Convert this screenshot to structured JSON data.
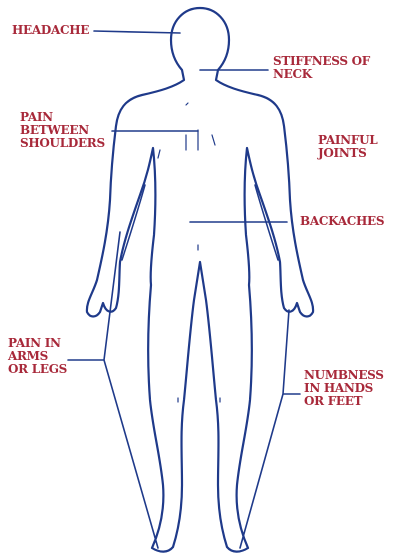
{
  "diagram": {
    "colors": {
      "label": "#a8293a",
      "line": "#1f3a8a",
      "background": "#ffffff"
    },
    "labels": {
      "headache": "HEADACHE",
      "stiffness_of_neck": "STIFFNESS OF\nNECK",
      "pain_between_shoulders": "PAIN\nBETWEEN\nSHOULDERS",
      "painful_joints": "PAINFUL\nJOINTS",
      "backaches": "BACKACHES",
      "pain_in_arms_or_legs": "PAIN IN\nARMS\nOR LEGS",
      "numbness_in_hands_or_feet": "NUMBNESS\nIN HANDS\nOR FEET"
    }
  }
}
